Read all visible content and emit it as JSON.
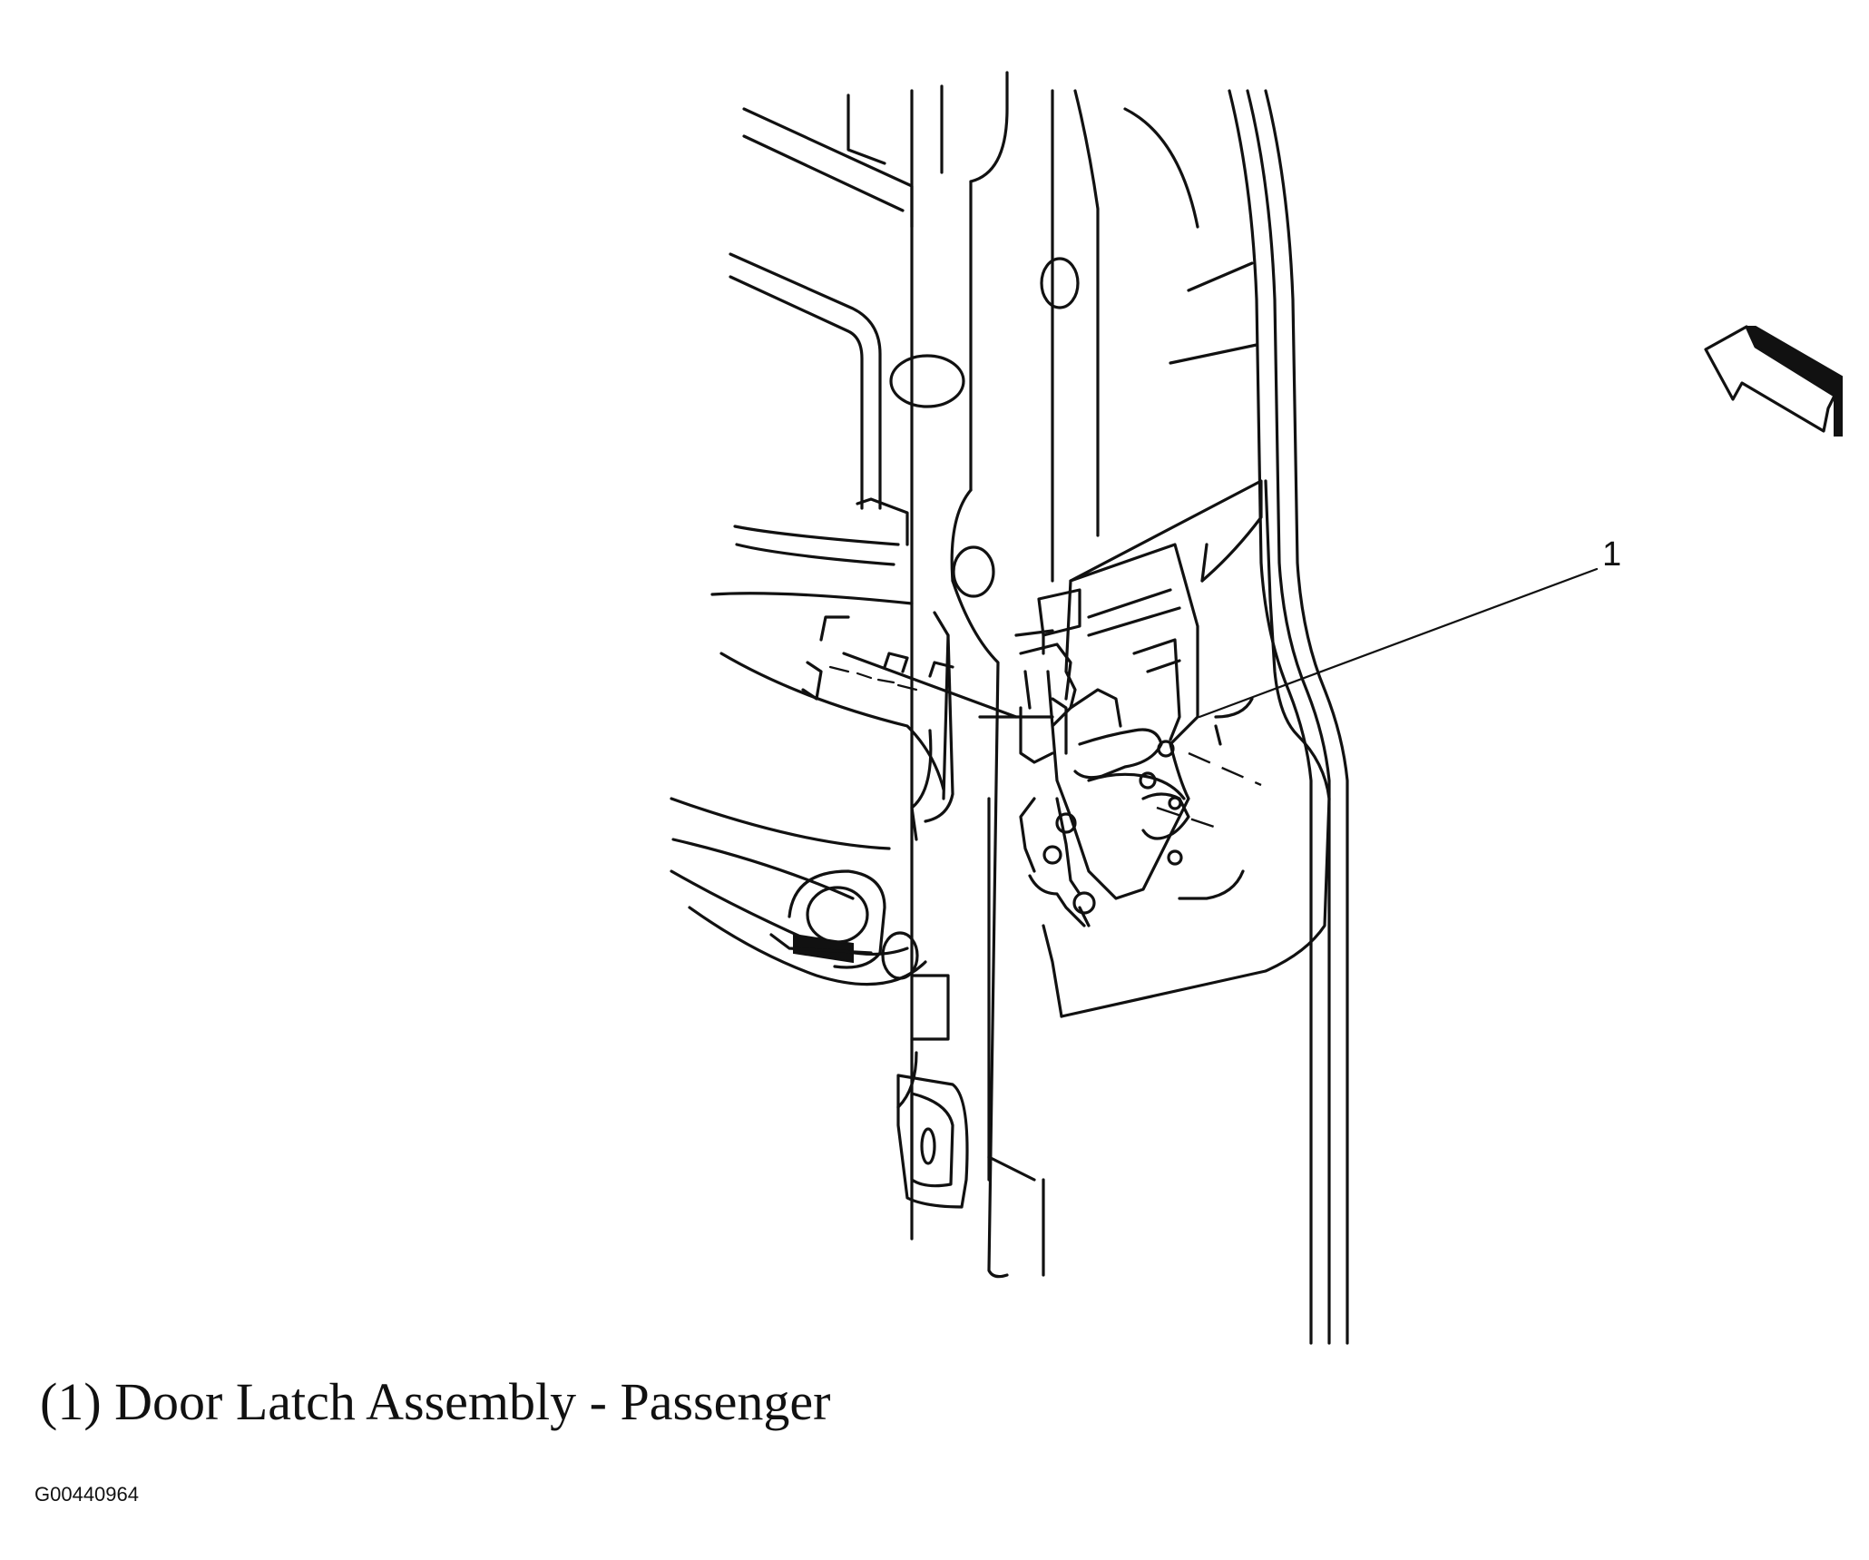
{
  "diagram": {
    "callout_number": "1",
    "caption": "(1) Door Latch Assembly - Passenger",
    "figure_id": "G00440964",
    "line_color": "#111111",
    "background_color": "#ffffff",
    "direction_arrow": "arrow-icon"
  }
}
